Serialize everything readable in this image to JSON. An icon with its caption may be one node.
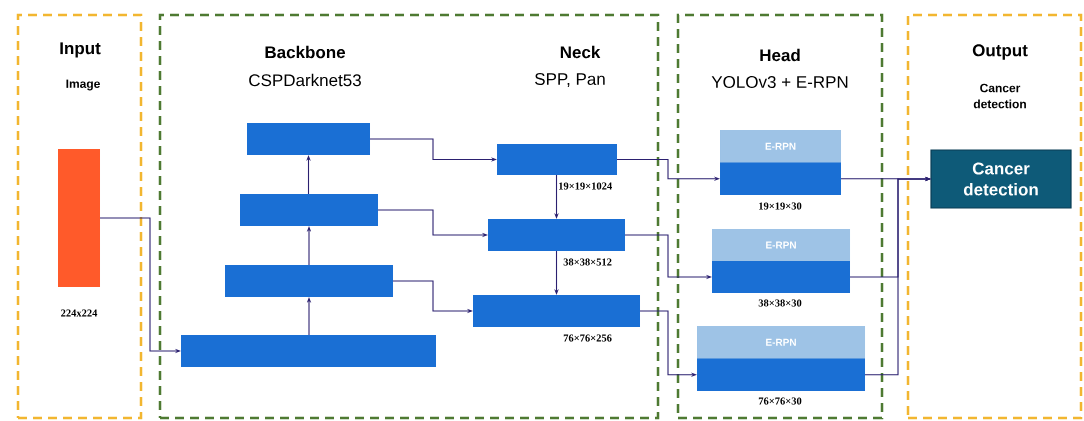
{
  "diagram": {
    "nodes": [
      {
        "text": [
          "Input",
          "Image"
        ]
      },
      {
        "text": [
          "Backbone",
          "CSPDarknet53",
          "Neck",
          "SPP, Pan"
        ]
      },
      {
        "text": [
          "Head",
          "YOLOv3 + E-RPN"
        ]
      },
      {
        "text": [
          "Output",
          "Cancer detection"
        ]
      },
      {
        "text": [],
        "shape": "bar",
        "in": 0,
        "beside": [
          "224x224"
        ]
      },
      {
        "text": [],
        "shape": "bar",
        "in": 1
      },
      {
        "text": [],
        "shape": "bar",
        "in": 1
      },
      {
        "text": [],
        "shape": "bar",
        "in": 1
      },
      {
        "text": [],
        "shape": "bar",
        "in": 1
      },
      {
        "text": [],
        "shape": "bar",
        "in": 1,
        "beside": [
          "19×19×1024"
        ]
      },
      {
        "text": [],
        "shape": "bar",
        "in": 1,
        "beside": [
          "38×38×512"
        ]
      },
      {
        "text": [],
        "shape": "bar",
        "in": 1,
        "beside": [
          "76×76×256"
        ]
      },
      {
        "text": [
          "E-RPN"
        ],
        "in": 2,
        "beside": [
          "19×19×30"
        ]
      },
      {
        "text": [
          "E-RPN"
        ],
        "in": 2,
        "beside": [
          "38×38×30"
        ]
      },
      {
        "text": [
          "E-RPN"
        ],
        "in": 2,
        "beside": [
          "76×76×30"
        ]
      },
      {
        "text": [
          "Cancer detection"
        ],
        "in": 3
      }
    ],
    "edges": [
      {
        "from": 4,
        "to": 8,
        "arrow": "to"
      },
      {
        "from": 8,
        "to": 7,
        "arrow": "to"
      },
      {
        "from": 7,
        "to": 6,
        "arrow": "to"
      },
      {
        "from": 6,
        "to": 5,
        "arrow": "to"
      },
      {
        "from": 5,
        "to": 9,
        "arrow": "to"
      },
      {
        "from": 6,
        "to": 10,
        "arrow": "to"
      },
      {
        "from": 7,
        "to": 11,
        "arrow": "to"
      },
      {
        "from": 9,
        "to": 10,
        "arrow": "to"
      },
      {
        "from": 10,
        "to": 11,
        "arrow": "to"
      },
      {
        "from": 9,
        "to": 12,
        "arrow": "to"
      },
      {
        "from": 10,
        "to": 13,
        "arrow": "to"
      },
      {
        "from": 11,
        "to": 14,
        "arrow": "to"
      },
      {
        "from": 12,
        "to": 15,
        "arrow": "to"
      },
      {
        "from": 13,
        "to": 15,
        "arrow": "to"
      },
      {
        "from": 14,
        "to": 15,
        "arrow": "to"
      }
    ]
  }
}
